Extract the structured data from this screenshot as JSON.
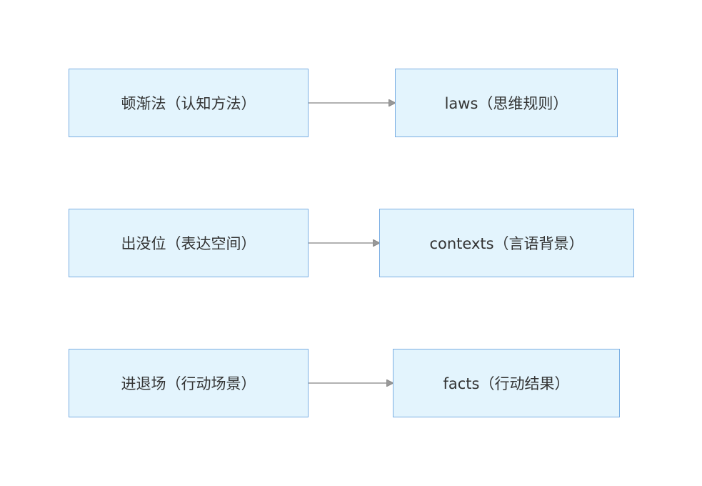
{
  "diagram": {
    "rows": [
      {
        "source": "顿渐法（认知方法）",
        "target": "laws（思维规则）"
      },
      {
        "source": "出没位（表达空间）",
        "target": "contexts（言语背景）"
      },
      {
        "source": "进退场（行动场景）",
        "target": "facts（行动结果）"
      }
    ],
    "colors": {
      "node_fill": "#e3f4fd",
      "node_border": "#7aaee3",
      "edge": "#999999",
      "text": "#333333"
    }
  }
}
